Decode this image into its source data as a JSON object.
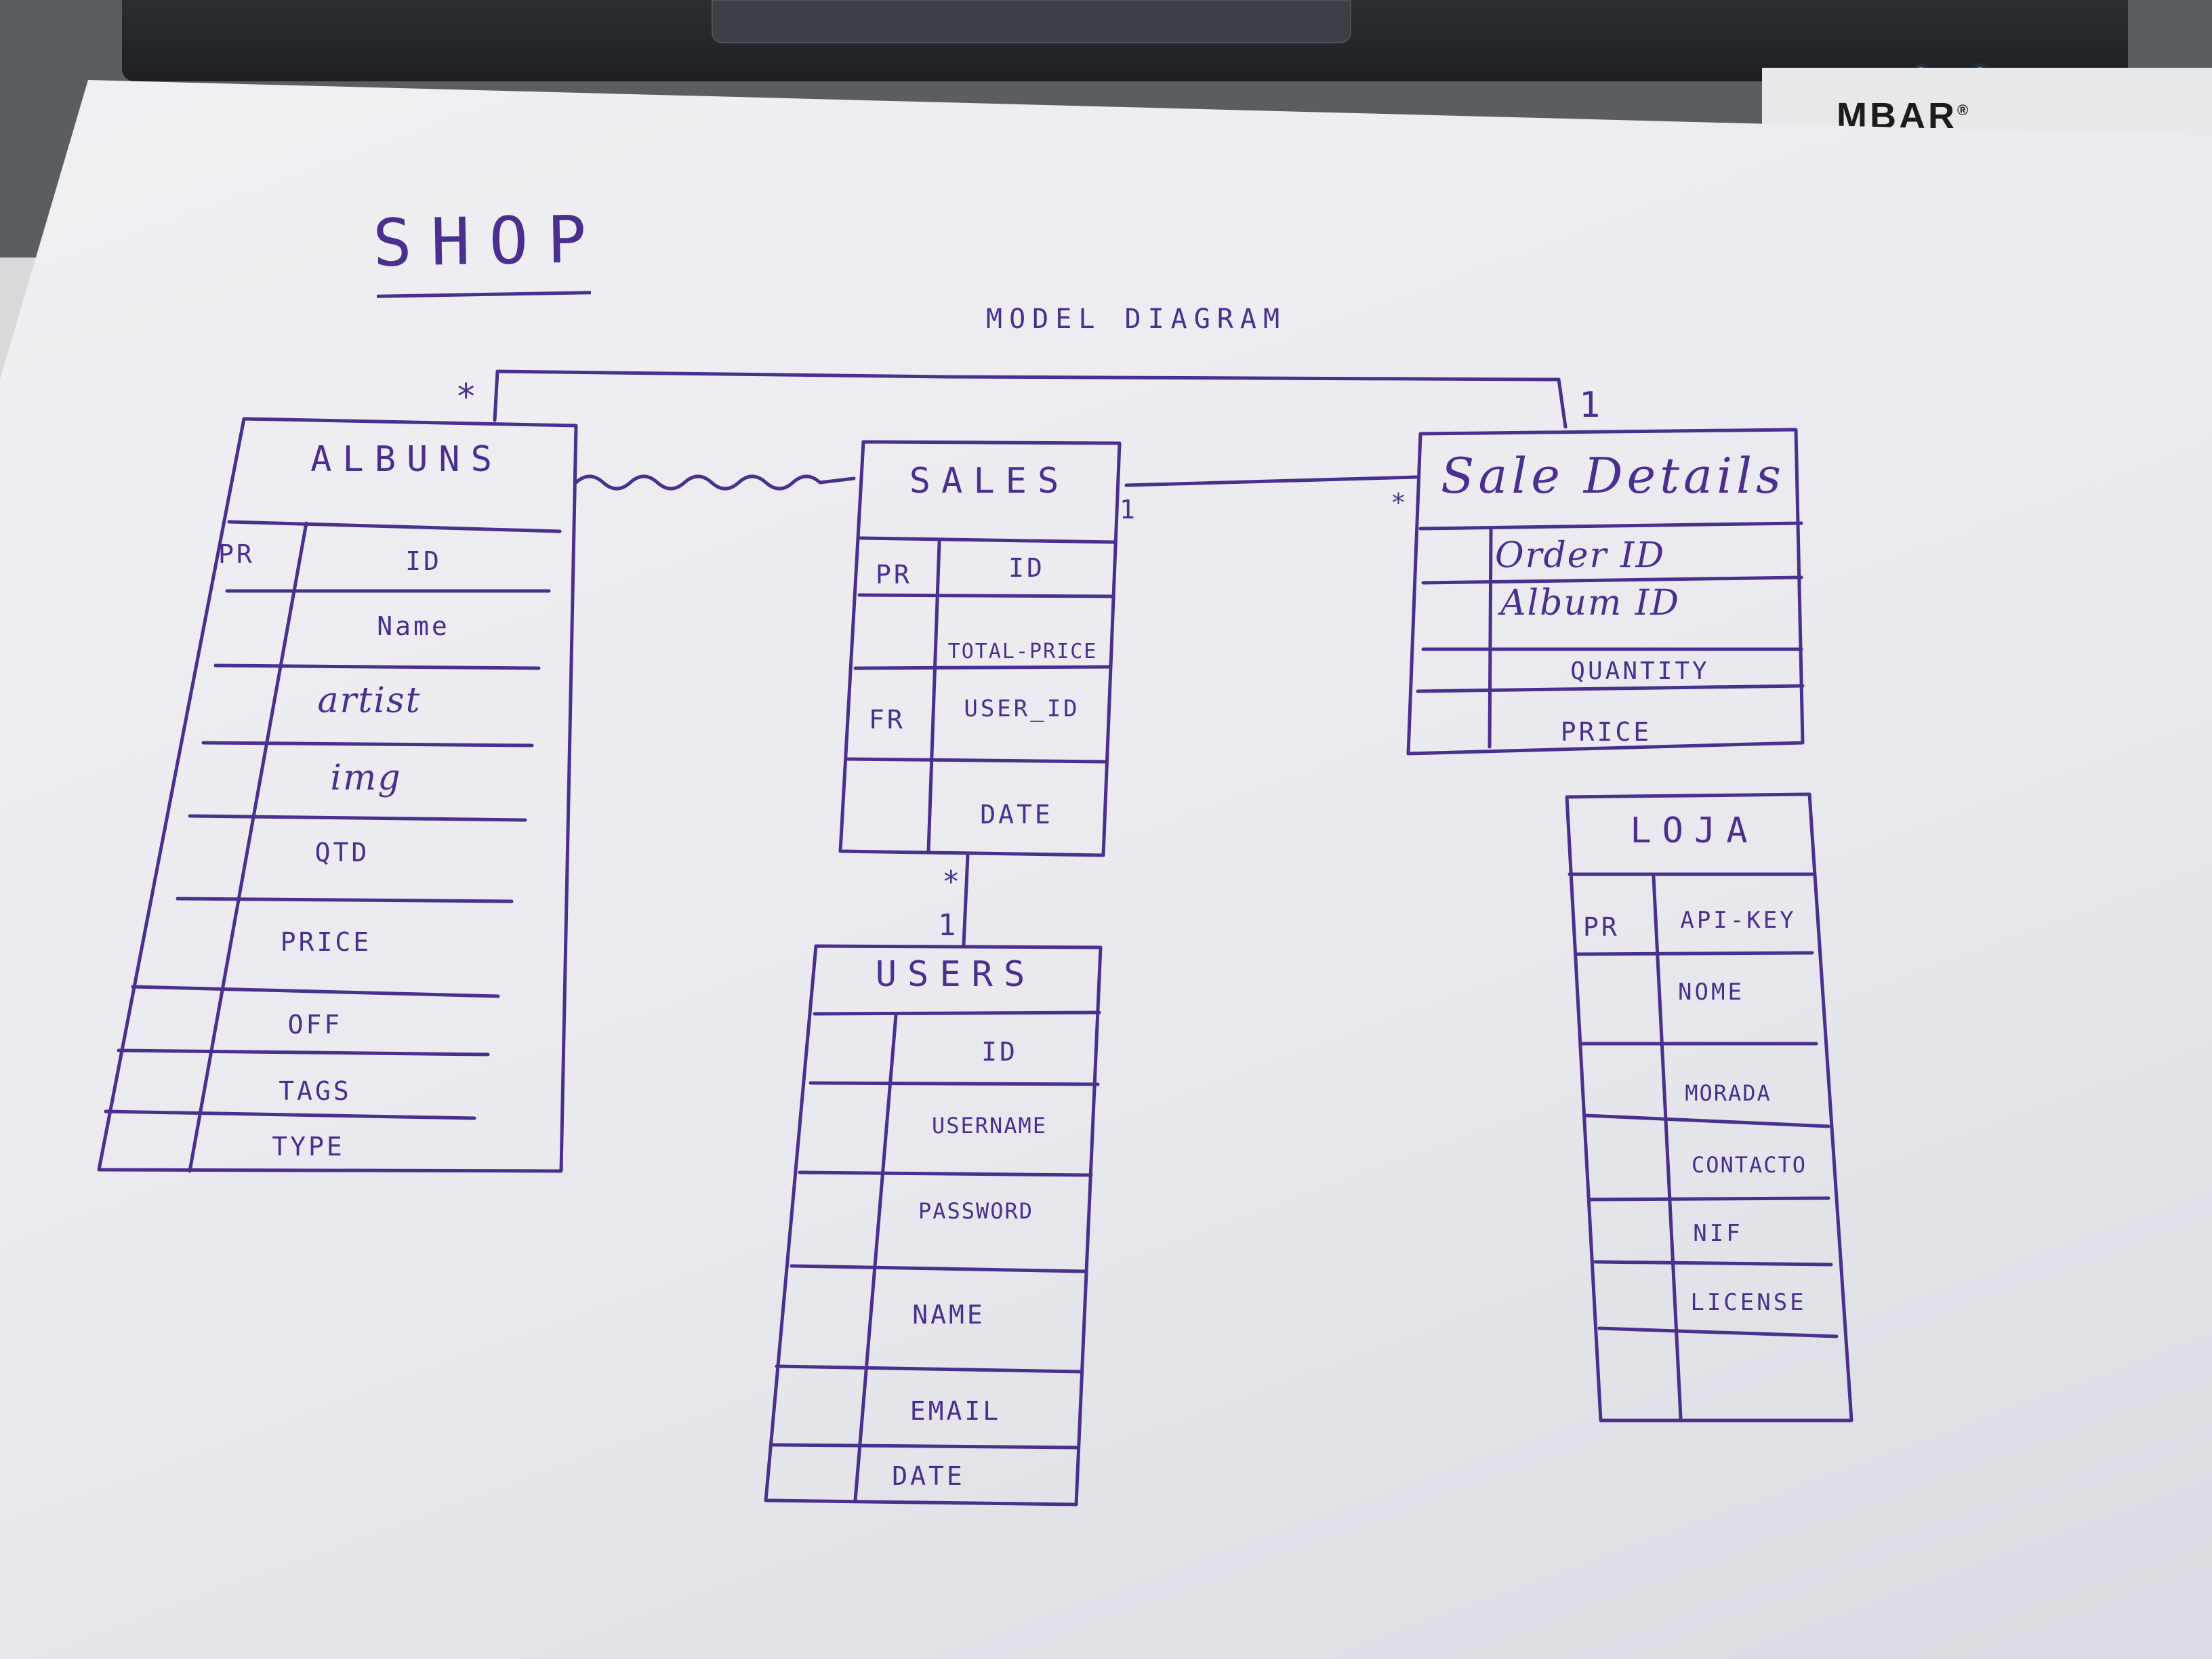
{
  "diagram": {
    "title": "SHOP",
    "subtitle": "MODEL DIAGRAM",
    "tables": {
      "albums": {
        "name": "ALBUNS",
        "fields": [
          {
            "key": "PR",
            "name": "ID"
          },
          {
            "key": "",
            "name": "Name"
          },
          {
            "key": "",
            "name": "artist"
          },
          {
            "key": "",
            "name": "img"
          },
          {
            "key": "",
            "name": "QTD"
          },
          {
            "key": "",
            "name": "PRICE"
          },
          {
            "key": "",
            "name": "OFF"
          },
          {
            "key": "",
            "name": "TAGS"
          },
          {
            "key": "",
            "name": "TYPE"
          }
        ]
      },
      "sales": {
        "name": "SALES",
        "fields": [
          {
            "key": "PR",
            "name": "ID"
          },
          {
            "key": "",
            "name": "TOTAL-PRICE"
          },
          {
            "key": "FR",
            "name": "USER_ID"
          },
          {
            "key": "",
            "name": "DATE"
          }
        ]
      },
      "sale_details": {
        "name": "Sale Details",
        "fields": [
          {
            "key": "",
            "name": "Order ID"
          },
          {
            "key": "",
            "name": "Album ID"
          },
          {
            "key": "",
            "name": "QUANTITY"
          },
          {
            "key": "",
            "name": "PRICE"
          }
        ]
      },
      "users": {
        "name": "USERS",
        "fields": [
          {
            "key": "",
            "name": "ID"
          },
          {
            "key": "",
            "name": "USERNAME"
          },
          {
            "key": "",
            "name": "PASSWORD"
          },
          {
            "key": "",
            "name": "NAME"
          },
          {
            "key": "",
            "name": "EMAIL"
          },
          {
            "key": "",
            "name": "DATE"
          }
        ]
      },
      "loja": {
        "name": "LOJA",
        "fields": [
          {
            "key": "PR",
            "name": "API-KEY"
          },
          {
            "key": "",
            "name": "NOME"
          },
          {
            "key": "",
            "name": "MORADA"
          },
          {
            "key": "",
            "name": "CONTACTO"
          },
          {
            "key": "",
            "name": "NIF"
          },
          {
            "key": "",
            "name": "LICENSE"
          },
          {
            "key": "",
            "name": ""
          }
        ]
      }
    },
    "cardinality": {
      "albums_top": "*",
      "details_top": "1",
      "sales_right": "1",
      "details_left": "*",
      "sales_bottom": "*",
      "users_top": "1"
    }
  },
  "background": {
    "brand": "MBAR",
    "brand_mark": "®"
  },
  "colors": {
    "ink": "#4a2f8e",
    "paper": "#ececf1",
    "desk": "#5a5e63"
  }
}
